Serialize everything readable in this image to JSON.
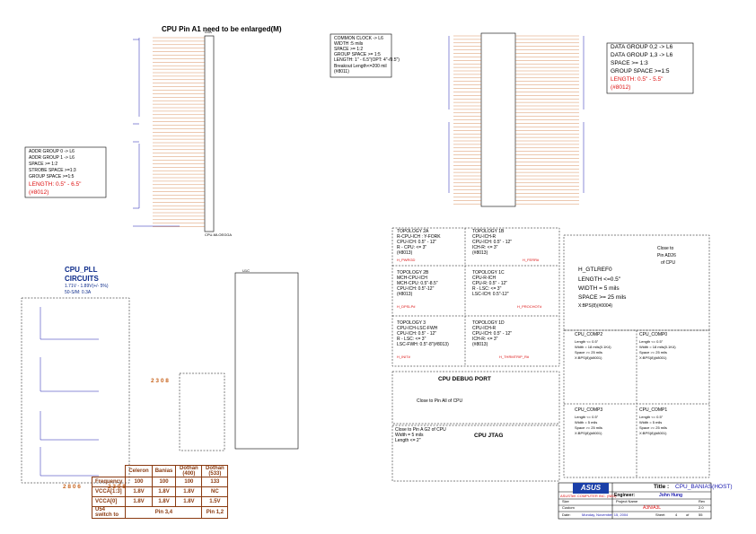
{
  "header": {
    "title": "CPU Pin A1 need to be enlarged(M)"
  },
  "notes": {
    "common_clock": [
      "COMMON CLOCK -> L6",
      "WIDTH :5 mils",
      "SPACE >= 1:2",
      "GROUP SPACE >= 1:5",
      "LENGTH: 1\" - 6.5\"(OPT: 4\"-/0.5\")",
      "Breakout Length<=200 mil",
      "(#8011)"
    ],
    "data_group": [
      "DATA GROUP 0,2 -> L6",
      "DATA GROUP 1,3 -> L6",
      "SPACE >= 1:3",
      "GROUP SPACE >=1:5"
    ],
    "data_length": "LENGTH: 0.5\" - 5.5\"",
    "data_ref": "(#8012)",
    "addr_group": [
      "ADDR GROUP 0 -> L6",
      "ADDR GROUP 1 -> L6",
      "SPACE >= 1:2",
      "STROBE SPACE >=1:3",
      "GROUP SPACE >=1:5"
    ],
    "addr_length": "LENGTH: 0.5\" - 6.5\"",
    "addr_ref": "(#8012)"
  },
  "pll": {
    "title": "CPU_PLL CIRCUITS",
    "spec": "1.71V - 1.89V(+/- 5%)",
    "spec2": "50-S/M: 0.3A"
  },
  "topology": [
    {
      "name": "TOPOLOGY 2A",
      "lines": [
        "R-CPU-ICH : Y-FORK",
        "CPU-ICH: 0.5\" - 12\"",
        "R - CPU: <= 3\"",
        "(#8013)"
      ],
      "net": "H_PWRGD"
    },
    {
      "name": "TOPOLOGY 1B",
      "lines": [
        "CPU-ICH-R",
        "CPU-ICH: 0.5\" - 12\"",
        "ICH-R: <= 3\"",
        "(#8013)"
      ],
      "net": "H_FERR#"
    },
    {
      "name": "TOPOLOGY 2B",
      "lines": [
        "MCH-CPU-ICH",
        "MCH-CPU: 0.5\"-8.5\"",
        "CPU-ICH: 0.5\"-12\"",
        "(#8013)"
      ],
      "net": "H_DPSLP#"
    },
    {
      "name": "TOPOLOGY 1C",
      "lines": [
        "CPU-R-ICH",
        "CPU-R: 0.5\" - 12\"",
        "R - LSC: <= 3\"",
        "LSC-ICH: 0.5\"-12\""
      ],
      "net": "H_PROCHOT#"
    },
    {
      "name": "TOPOLOGY 3",
      "lines": [
        "CPU-ICH-LSC-FWH",
        "CPU-ICH: 0.5\" - 12\"",
        "R - LSC: <= 3\"",
        "LSC-FWH: 0.5\"-8\"(#8013)"
      ],
      "net": "H_INIT#"
    },
    {
      "name": "TOPOLOGY 1D",
      "lines": [
        "CPU-ICH-R",
        "CPU-ICH: 0.5\" - 12\"",
        "ICH-R: <= 3\"",
        "(#8013)"
      ],
      "net": "H_THRMTRIP_R#"
    }
  ],
  "gtlref": {
    "close": [
      "Close to",
      "Pin AD26",
      "of CPU"
    ],
    "lines": [
      "H_GTLREF0",
      "LENGTH <=0.5\"",
      "WIDTH = 5 mils",
      "SPACE >= 25 mils",
      "X:BPS(8)(#0004)"
    ]
  },
  "comp": [
    {
      "name": "CPU_COMP2",
      "lines": [
        "Length <= 0.5\"",
        "Width = 18 mils(0.1K4)",
        "Space >= 25 mils",
        "X:BPS(8)(#8001)"
      ]
    },
    {
      "name": "CPU_COMP0",
      "lines": [
        "Length <= 0.5\"",
        "Width = 18 mils(0.1K4)",
        "Space >= 25 mils",
        "X:BPS(8)(#8001)"
      ]
    },
    {
      "name": "CPU_COMP3",
      "lines": [
        "Length <= 0.5\"",
        "Width = 5 mils",
        "Space >= 25 mils",
        "X:BPS(8)(#8001)"
      ]
    },
    {
      "name": "CPU_COMP1",
      "lines": [
        "Length <= 0.5\"",
        "Width = 5 mils",
        "Space >= 25 mils",
        "X:BPS(8)(#8001)"
      ]
    }
  ],
  "debug": {
    "title": "CPU DEBUG PORT",
    "note": "Close to Pin All of CPU"
  },
  "jtag": {
    "title": "CPU JTAG",
    "note": [
      "Close to Pin A G2 of CPU",
      "Width = 5 mils",
      "Length <= 2\""
    ]
  },
  "freq_table": {
    "headers": [
      "",
      "Celeron",
      "Banias",
      "Dothan (400)",
      "Dothan (533)"
    ],
    "rows": [
      [
        "Frequency",
        "100",
        "100",
        "100",
        "133"
      ],
      [
        "VCCA[1:3]",
        "1.8V",
        "1.8V",
        "1.8V",
        "NC"
      ],
      [
        "VCCA[0]",
        "1.8V",
        "1.8V",
        "1.8V",
        "1.5V"
      ]
    ],
    "u54": [
      "U54",
      "switch to"
    ],
    "pins": [
      "Pin 3,4",
      "Pin 1,2"
    ]
  },
  "labels": {
    "code1": "2 3 0 8",
    "code2": "2 3 0 8",
    "code3": "2 8 0 6",
    "u1a": "U1A",
    "u1b": "U1C",
    "cpu_part": "CPU-MLOEGGA"
  },
  "title_block": {
    "title_label": "Title :",
    "title": "CPU_BANIAS(HOST)",
    "engineer_label": "Engineer:",
    "engineer": "John Hung",
    "company": "ASUSTeK COMPUTER INC.  (NB1)",
    "size_label": "Size",
    "project_label": "Project Name",
    "rev_label": "Rev",
    "custom": "Custom",
    "project": "A3N/A3L",
    "rev": "2.0",
    "date_label": "Date:",
    "date": "Monday, November 15, 2004",
    "sheet_label": "Sheet",
    "sheet": "4",
    "of": "of",
    "total": "55",
    "logo": "ASUS"
  },
  "colors": {
    "net": "#d11111",
    "wire": "#1a1ab0",
    "accent": "#c8641e"
  }
}
